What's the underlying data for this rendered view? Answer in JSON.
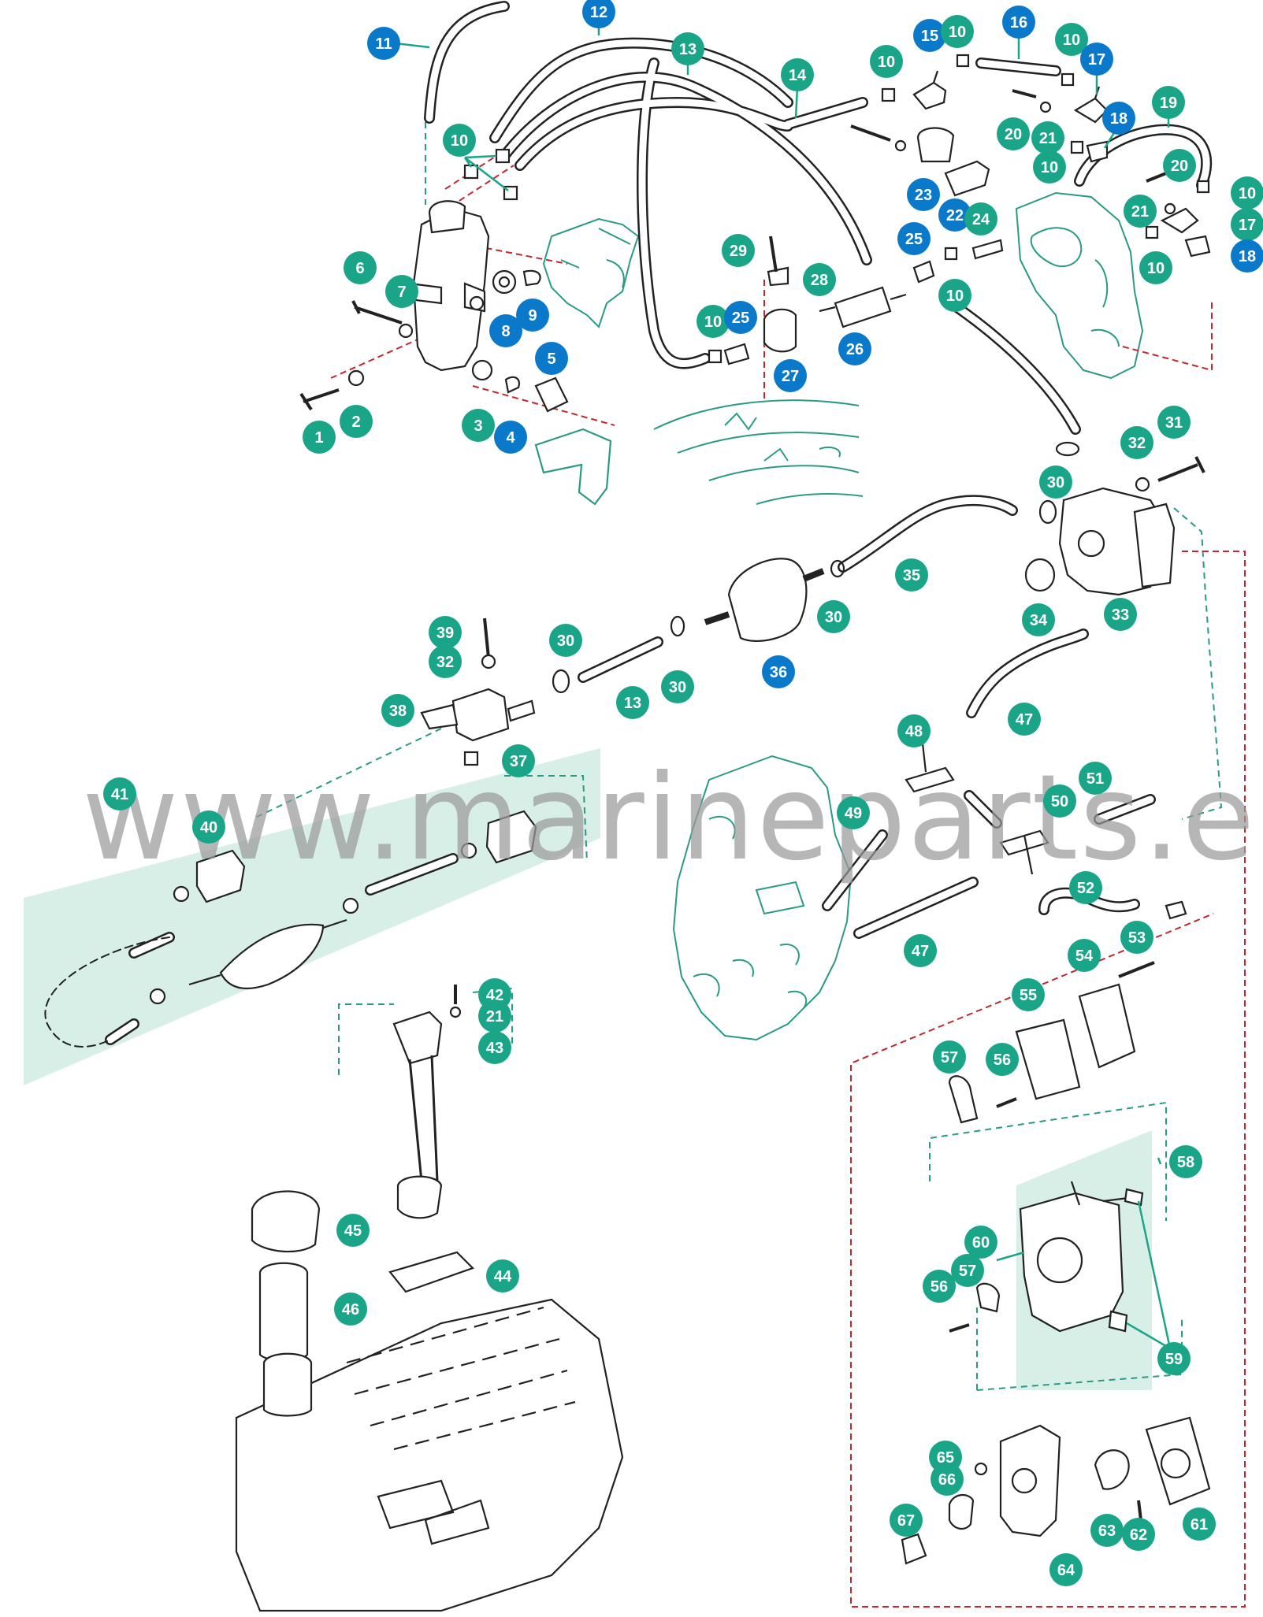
{
  "watermark": "www.marineparts.eu",
  "colors": {
    "teal": "#1aa589",
    "blue": "#0b79c9",
    "red_dash": "#c1272d",
    "teal_line": "#2a9a84",
    "part_line": "#222222",
    "panel": "#d8efe8"
  },
  "callouts": [
    {
      "label": "1",
      "color": "teal"
    },
    {
      "label": "2",
      "color": "teal"
    },
    {
      "label": "3",
      "color": "teal"
    },
    {
      "label": "4",
      "color": "blue"
    },
    {
      "label": "5",
      "color": "blue"
    },
    {
      "label": "6",
      "color": "teal"
    },
    {
      "label": "7",
      "color": "teal"
    },
    {
      "label": "8",
      "color": "blue"
    },
    {
      "label": "9",
      "color": "blue"
    },
    {
      "label": "10",
      "color": "teal"
    },
    {
      "label": "11",
      "color": "blue"
    },
    {
      "label": "12",
      "color": "blue"
    },
    {
      "label": "13",
      "color": "teal"
    },
    {
      "label": "14",
      "color": "teal"
    },
    {
      "label": "10",
      "color": "teal"
    },
    {
      "label": "15",
      "color": "blue"
    },
    {
      "label": "10",
      "color": "teal"
    },
    {
      "label": "16",
      "color": "blue"
    },
    {
      "label": "10",
      "color": "teal"
    },
    {
      "label": "17",
      "color": "blue"
    },
    {
      "label": "18",
      "color": "blue"
    },
    {
      "label": "19",
      "color": "teal"
    },
    {
      "label": "20",
      "color": "teal"
    },
    {
      "label": "21",
      "color": "teal"
    },
    {
      "label": "10",
      "color": "teal"
    },
    {
      "label": "20",
      "color": "teal"
    },
    {
      "label": "10",
      "color": "teal"
    },
    {
      "label": "21",
      "color": "teal"
    },
    {
      "label": "17",
      "color": "teal"
    },
    {
      "label": "10",
      "color": "teal"
    },
    {
      "label": "18",
      "color": "blue"
    },
    {
      "label": "23",
      "color": "blue"
    },
    {
      "label": "22",
      "color": "blue"
    },
    {
      "label": "24",
      "color": "teal"
    },
    {
      "label": "25",
      "color": "blue"
    },
    {
      "label": "10",
      "color": "teal"
    },
    {
      "label": "29",
      "color": "teal"
    },
    {
      "label": "28",
      "color": "teal"
    },
    {
      "label": "10",
      "color": "teal"
    },
    {
      "label": "25",
      "color": "blue"
    },
    {
      "label": "27",
      "color": "blue"
    },
    {
      "label": "26",
      "color": "blue"
    },
    {
      "label": "31",
      "color": "teal"
    },
    {
      "label": "32",
      "color": "teal"
    },
    {
      "label": "30",
      "color": "teal"
    },
    {
      "label": "35",
      "color": "teal"
    },
    {
      "label": "30",
      "color": "teal"
    },
    {
      "label": "34",
      "color": "teal"
    },
    {
      "label": "33",
      "color": "teal"
    },
    {
      "label": "39",
      "color": "teal"
    },
    {
      "label": "32",
      "color": "teal"
    },
    {
      "label": "30",
      "color": "teal"
    },
    {
      "label": "13",
      "color": "teal"
    },
    {
      "label": "30",
      "color": "teal"
    },
    {
      "label": "36",
      "color": "blue"
    },
    {
      "label": "38",
      "color": "teal"
    },
    {
      "label": "37",
      "color": "teal"
    },
    {
      "label": "47",
      "color": "teal"
    },
    {
      "label": "48",
      "color": "teal"
    },
    {
      "label": "41",
      "color": "teal"
    },
    {
      "label": "40",
      "color": "teal"
    },
    {
      "label": "49",
      "color": "teal"
    },
    {
      "label": "50",
      "color": "teal"
    },
    {
      "label": "51",
      "color": "teal"
    },
    {
      "label": "52",
      "color": "teal"
    },
    {
      "label": "47",
      "color": "teal"
    },
    {
      "label": "53",
      "color": "teal"
    },
    {
      "label": "54",
      "color": "teal"
    },
    {
      "label": "42",
      "color": "teal"
    },
    {
      "label": "21",
      "color": "teal"
    },
    {
      "label": "43",
      "color": "teal"
    },
    {
      "label": "55",
      "color": "teal"
    },
    {
      "label": "57",
      "color": "teal"
    },
    {
      "label": "56",
      "color": "teal"
    },
    {
      "label": "58",
      "color": "teal"
    },
    {
      "label": "45",
      "color": "teal"
    },
    {
      "label": "60",
      "color": "teal"
    },
    {
      "label": "59",
      "color": "teal"
    },
    {
      "label": "57",
      "color": "teal"
    },
    {
      "label": "44",
      "color": "teal"
    },
    {
      "label": "56",
      "color": "teal"
    },
    {
      "label": "46",
      "color": "teal"
    },
    {
      "label": "65",
      "color": "teal"
    },
    {
      "label": "66",
      "color": "teal"
    },
    {
      "label": "67",
      "color": "teal"
    },
    {
      "label": "64",
      "color": "teal"
    },
    {
      "label": "63",
      "color": "teal"
    },
    {
      "label": "62",
      "color": "teal"
    },
    {
      "label": "61",
      "color": "teal"
    }
  ]
}
